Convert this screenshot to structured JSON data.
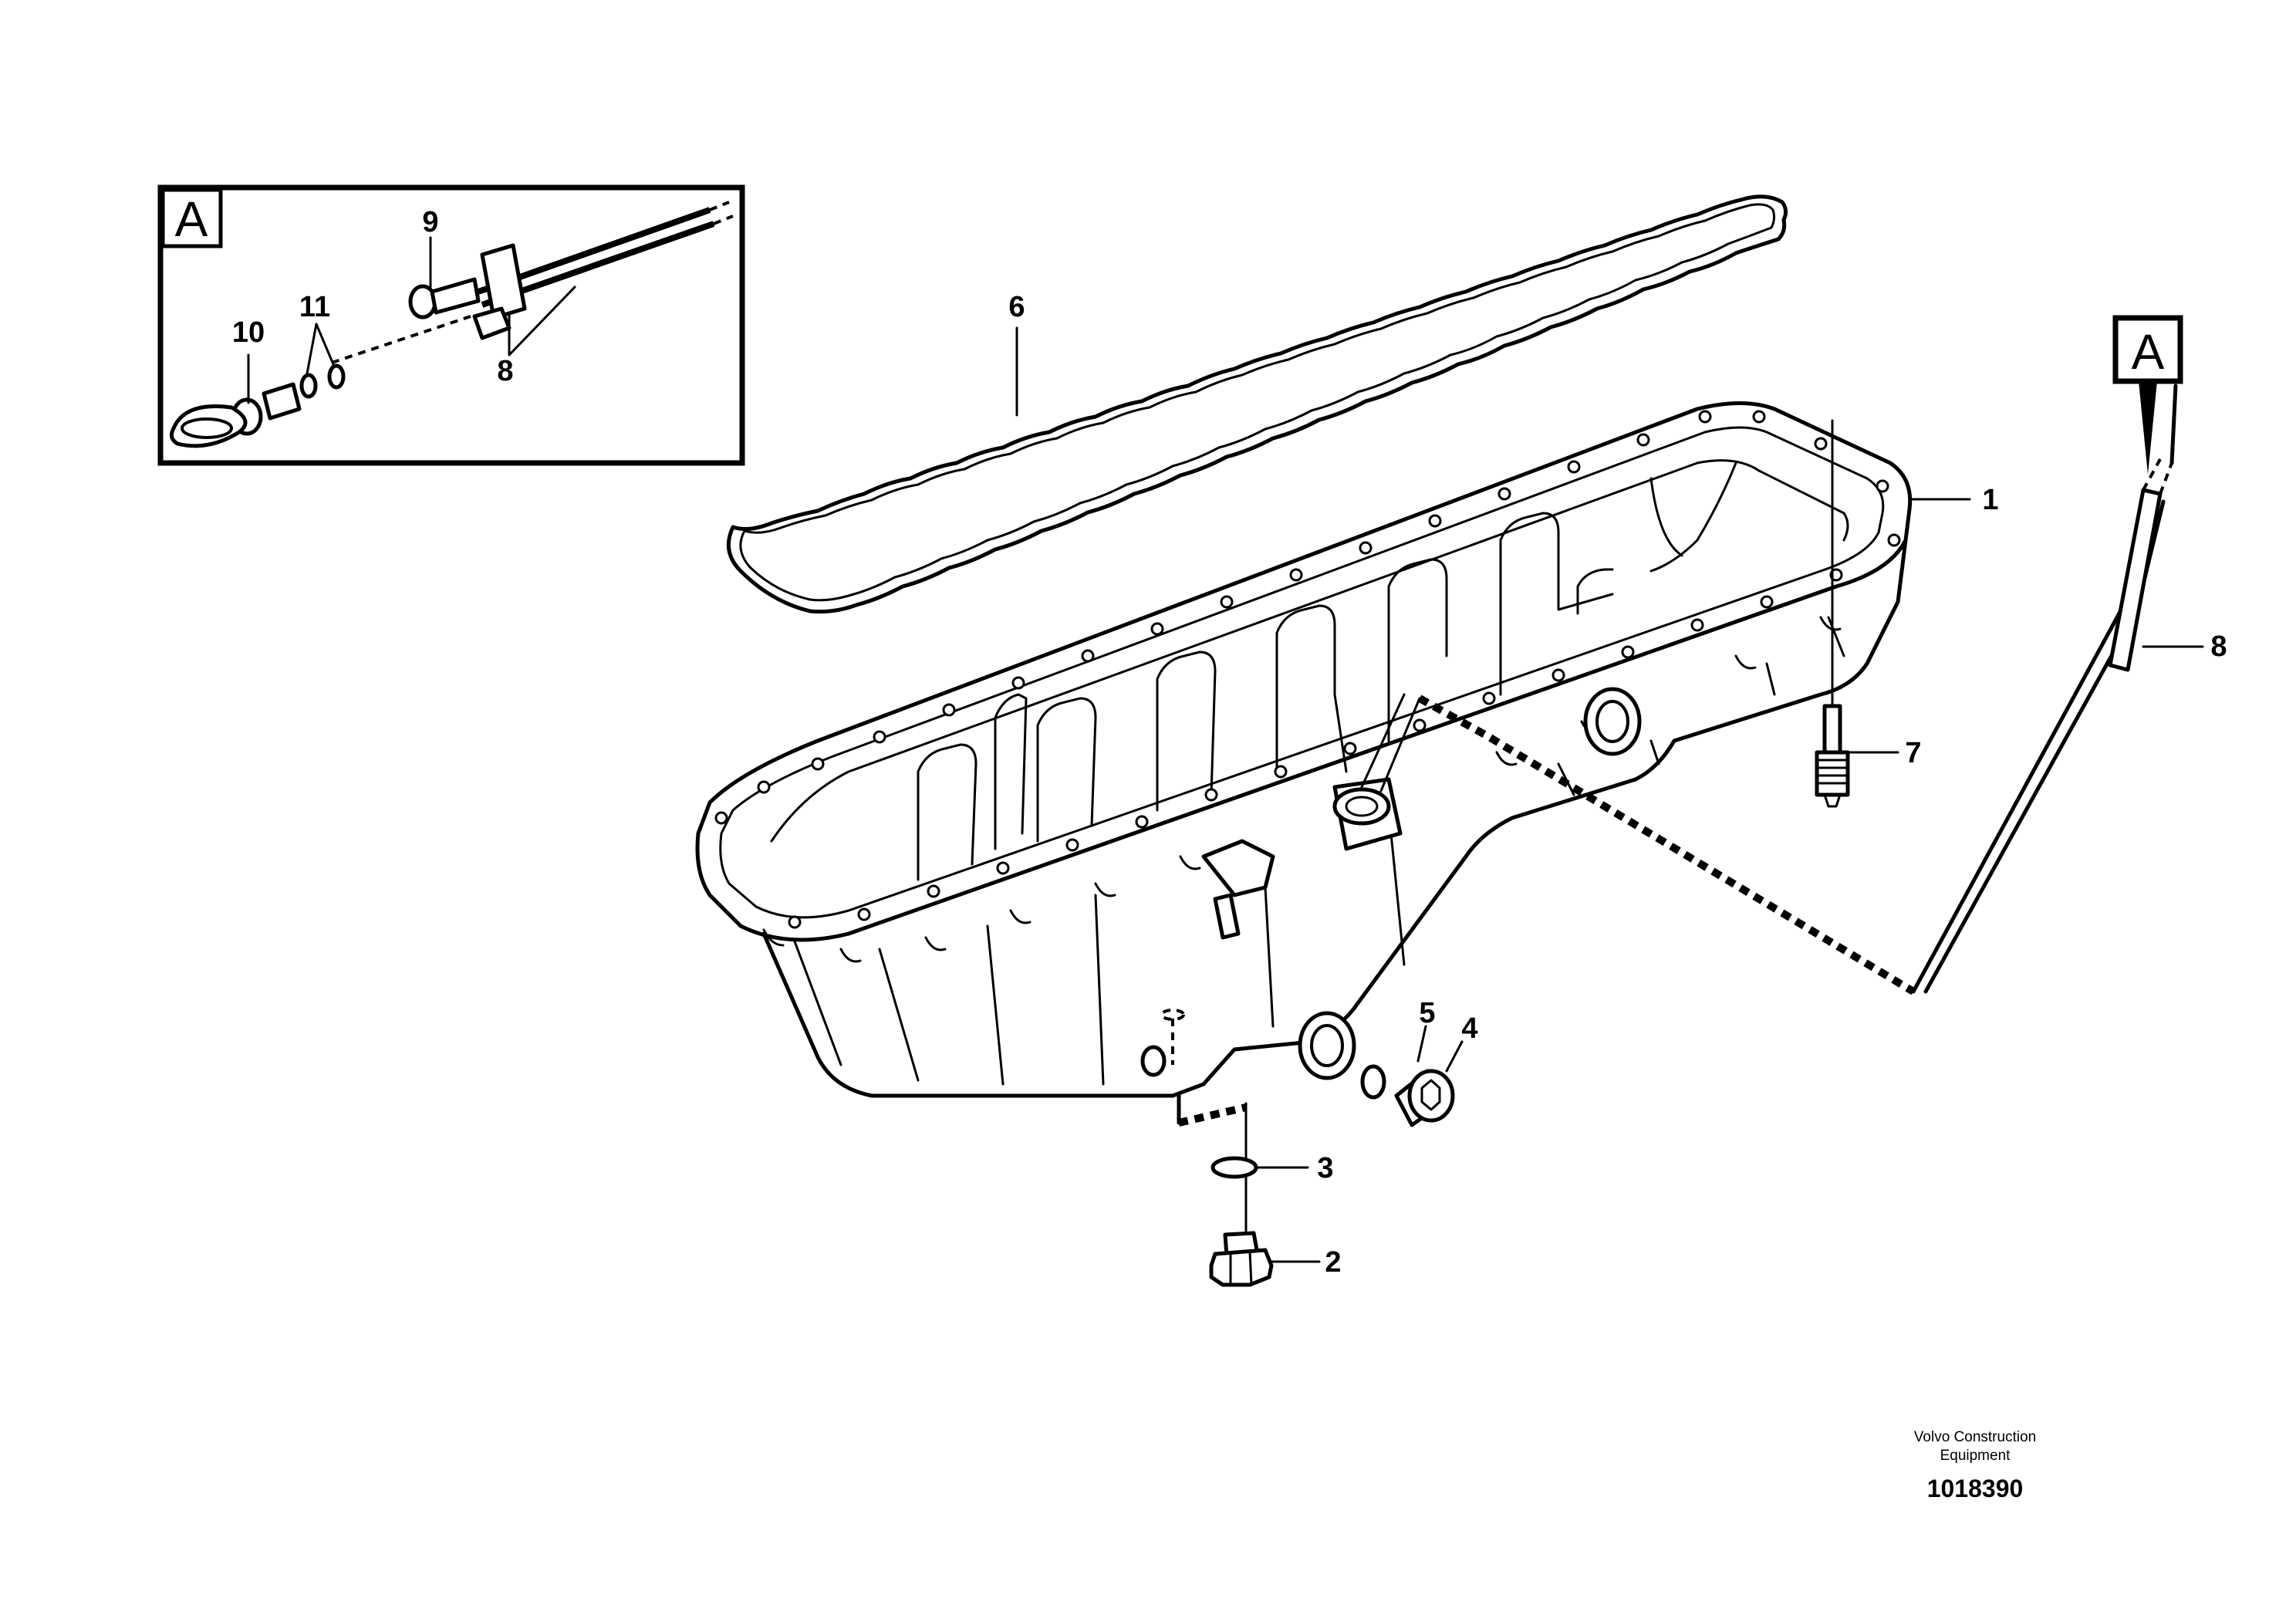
{
  "callouts": {
    "c1": "1",
    "c2": "2",
    "c3": "3",
    "c4": "4",
    "c5": "5",
    "c6": "6",
    "c7": "7",
    "c8": "8",
    "c8_inset": "8",
    "c9": "9",
    "c10": "10",
    "c11": "11"
  },
  "inset": {
    "label": "A"
  },
  "view_marker": {
    "label": "A"
  },
  "footer": {
    "company_line1": "Volvo Construction",
    "company_line2": "Equipment",
    "drawing_number": "1018390"
  }
}
